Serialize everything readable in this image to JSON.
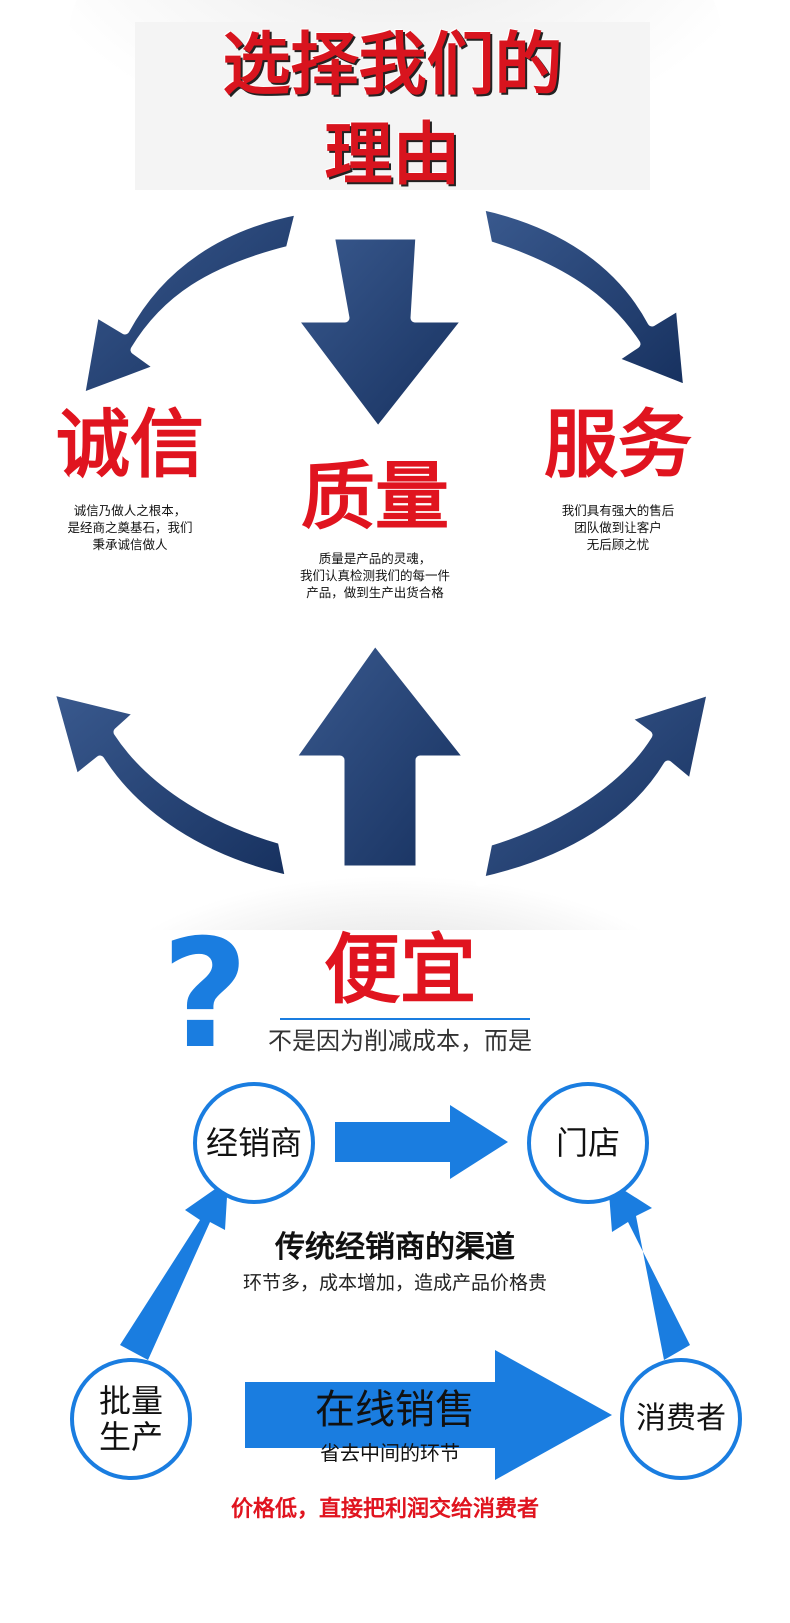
{
  "title": {
    "line1": "选择我们的",
    "line2": "理由"
  },
  "pillars": [
    {
      "heading": "诚信",
      "desc": [
        "诚信乃做人之根本，",
        "是经商之奠基石，我们",
        "秉承诚信做人"
      ]
    },
    {
      "heading": "质量",
      "desc": [
        "质量是产品的灵魂，",
        "我们认真检测我们的每一件",
        "产品，做到生产出货合格"
      ]
    },
    {
      "heading": "服务",
      "desc": [
        "我们具有强大的售后",
        "团队做到让客户",
        "无后顾之忧"
      ]
    }
  ],
  "cheap": {
    "question_mark": "?",
    "heading": "便宜",
    "subtitle": "不是因为削减成本，而是"
  },
  "channel": {
    "node_distributor": "经销商",
    "node_store": "门店",
    "node_mass_production": [
      "批量",
      "生产"
    ],
    "node_consumer": "消费者",
    "traditional_title": "传统经销商的渠道",
    "traditional_desc": "环节多，成本增加，造成产品价格贵",
    "online_label": "在线销售",
    "online_desc": "省去中间的环节",
    "footer": "价格低，直接把利润交给消费者"
  },
  "colors": {
    "red": "#e0141f",
    "navy": "#1e3a6e",
    "blue": "#1a7de0"
  }
}
